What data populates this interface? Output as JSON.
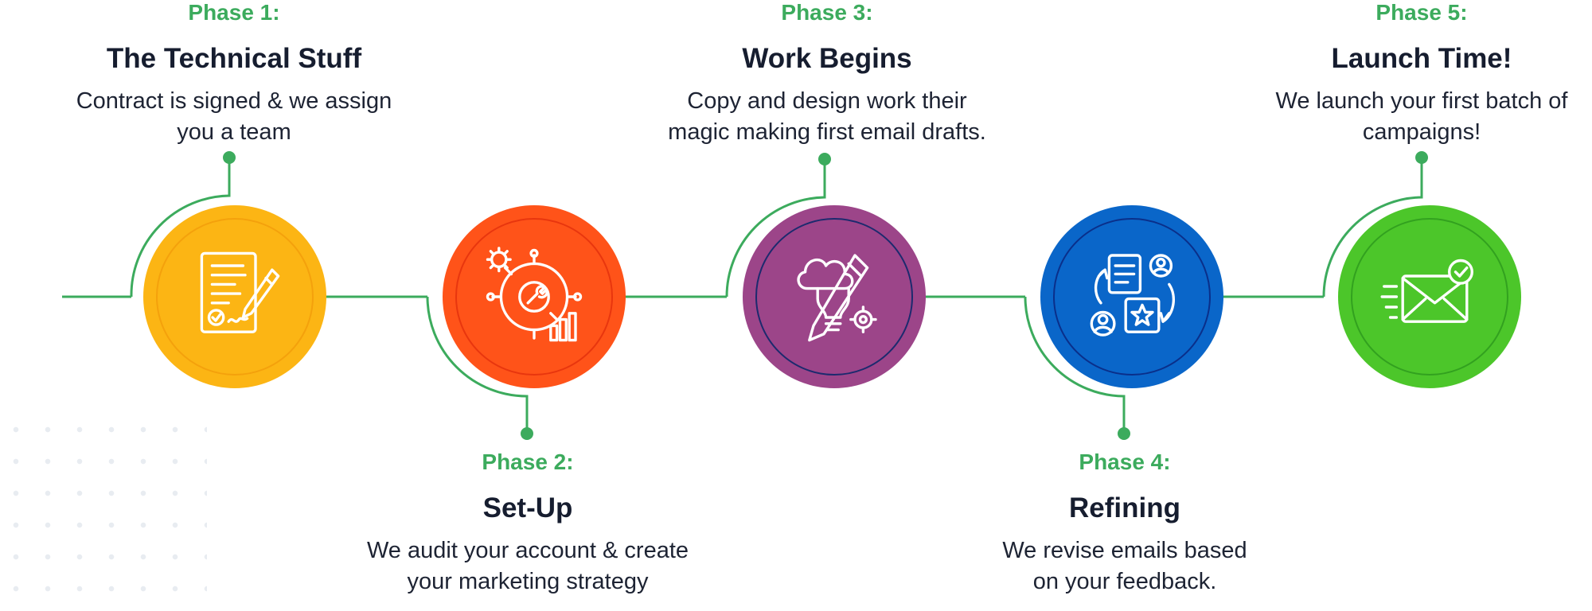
{
  "phases": [
    {
      "label": "Phase 1:",
      "title": "The Technical Stuff",
      "desc_line1": "Contract is signed & we assign",
      "desc_line2": "you a team",
      "color": "#fcb514",
      "ring": "#f4a10c",
      "icon": "contract-signing-icon"
    },
    {
      "label": "Phase 2:",
      "title": "Set-Up",
      "desc_line1": "We audit your account & create",
      "desc_line2": "your marketing strategy",
      "color": "#ff5319",
      "ring": "#e8360e",
      "icon": "strategy-setup-icon"
    },
    {
      "label": "Phase 3:",
      "title": "Work Begins",
      "desc_line1": "Copy and design work their",
      "desc_line2": "magic making first email drafts.",
      "color": "#9c4589",
      "ring": "#1c2a6e",
      "icon": "creative-design-icon"
    },
    {
      "label": "Phase 4:",
      "title": "Refining",
      "desc_line1": "We revise emails based",
      "desc_line2": "on your feedback.",
      "color": "#0a66c9",
      "ring": "#0a2f8a",
      "icon": "feedback-review-icon"
    },
    {
      "label": "Phase 5:",
      "title": "Launch Time!",
      "desc_line1": "We launch your first batch of",
      "desc_line2": "campaigns!",
      "color": "#4cc62a",
      "ring": "#32a11f",
      "icon": "email-launch-icon"
    }
  ],
  "colors": {
    "connector": "#3cab5d",
    "text_dark": "#161d2f",
    "accent_green": "#3cab5d"
  }
}
